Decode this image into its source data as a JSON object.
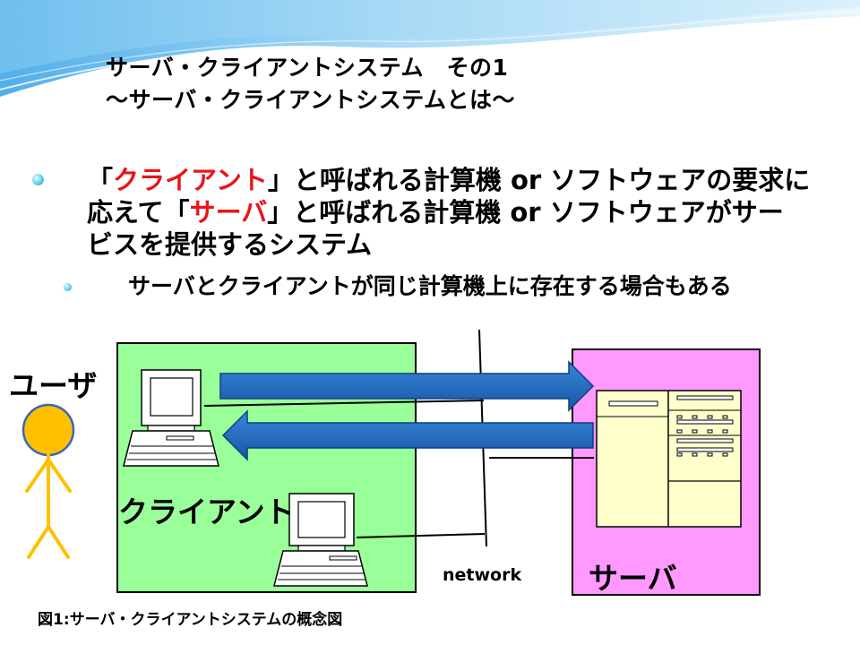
{
  "slide": {
    "title_line1": "サーバ・クライアントシステム　その1",
    "title_line2": "～サーバ・クライアントシステムとは～"
  },
  "bullet_main": {
    "l1_a": "「",
    "l1_client": "クライアント",
    "l1_b": "」と呼ばれる計算機 or ソフトウェアの要求に",
    "l2_a": "応えて「",
    "l2_server": "サーバ",
    "l2_b": "」と呼ばれる計算機 or ソフトウェアがサー",
    "l3": "ビスを提供するシステム"
  },
  "bullet_sub": "サーバとクライアントが同じ計算機上に存在する場合もある",
  "diagram": {
    "user_label": "ユーザ",
    "client_label": "クライアント",
    "server_label": "サーバ",
    "network_label": "network",
    "caption": "図1:サーバ・クライアントシステムの概念図",
    "colors": {
      "client_box": "#99ff99",
      "server_box": "#ff99ff",
      "arrow": "#1f6fc8",
      "user_head": "#ffc000",
      "user_body": "#ffc000"
    }
  }
}
